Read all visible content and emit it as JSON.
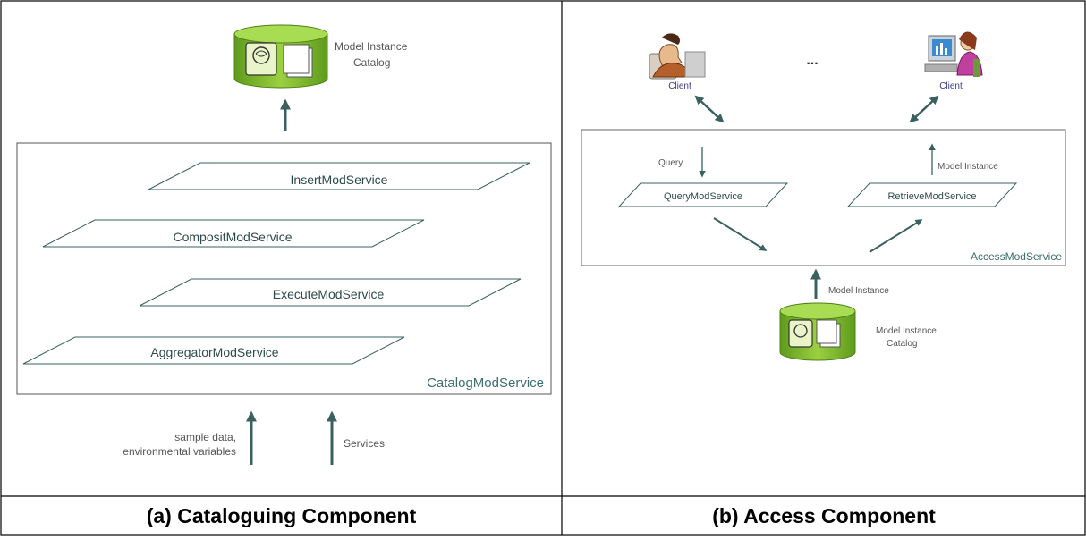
{
  "panel_a": {
    "catalog_label_line1": "Model Instance",
    "catalog_label_line2": "Catalog",
    "services": [
      "InsertModService",
      "CompositModService",
      "ExecuteModService",
      "AggregatorModService"
    ],
    "container_label": "CatalogModService",
    "input_left_line1": "sample data,",
    "input_left_line2": "environmental variables",
    "input_right": "Services",
    "caption": "(a) Cataloguing Component"
  },
  "panel_b": {
    "client_left": "Client",
    "ellipsis": "...",
    "client_right": "Client",
    "query_label": "Query",
    "model_instance_top": "Model Instance",
    "query_service": "QueryModService",
    "retrieve_service": "RetrieveModService",
    "container_label": "AccessModService",
    "model_instance_bottom": "Model Instance",
    "catalog_label_line1": "Model Instance",
    "catalog_label_line2": "Catalog",
    "caption": "(b) Access Component"
  },
  "colors": {
    "arrow": "#3a6060",
    "service_text": "#2d4a4a",
    "container_label": "#3b6e6e",
    "label_gray": "#555555",
    "client_text": "#3a3a8a",
    "db_green": "#7ab82a"
  }
}
